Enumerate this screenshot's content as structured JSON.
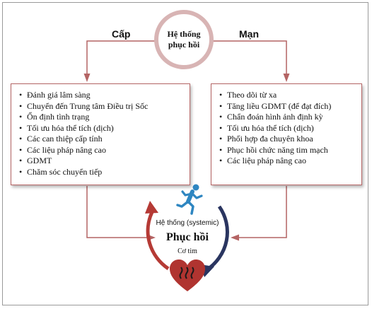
{
  "center": {
    "label": "Hệ thống phục hồi"
  },
  "acute": {
    "label": "Cấp",
    "items": [
      "Đánh giá lâm sàng",
      "Chuyển đến Trung tâm Điều trị Sốc",
      "Ổn định tình trạng",
      "Tối ưu hóa thể tích (dịch)",
      "Các can thiệp cấp tính",
      "Các liệu pháp nâng cao",
      "GDMT",
      "Chăm sóc chuyển tiếp"
    ]
  },
  "chronic": {
    "label": "Mạn",
    "items": [
      "Theo dõi từ xa",
      "Tăng liều GDMT (để đạt đích)",
      "Chẩn đoán hình ảnh định kỳ",
      "Tối ưu hóa thể tích (dịch)",
      "Phối hợp đa chuyên khoa",
      "Phục hồi chức năng tim mạch",
      "Các liệu pháp nâng cao"
    ]
  },
  "recovery": {
    "systemic": "Hệ thống (systemic)",
    "title": "Phục hồi",
    "cardiac": "Cơ tim"
  },
  "colors": {
    "arrow_red": "#b46464",
    "cycle_red": "#b53a35",
    "cycle_navy": "#2a3560",
    "runner_blue": "#2e86c1",
    "heart_fill": "#b03430",
    "circle_ring": "#d8b4b4"
  },
  "icons": {
    "runner": "running-person-icon",
    "heart": "heart-heat-icon"
  }
}
